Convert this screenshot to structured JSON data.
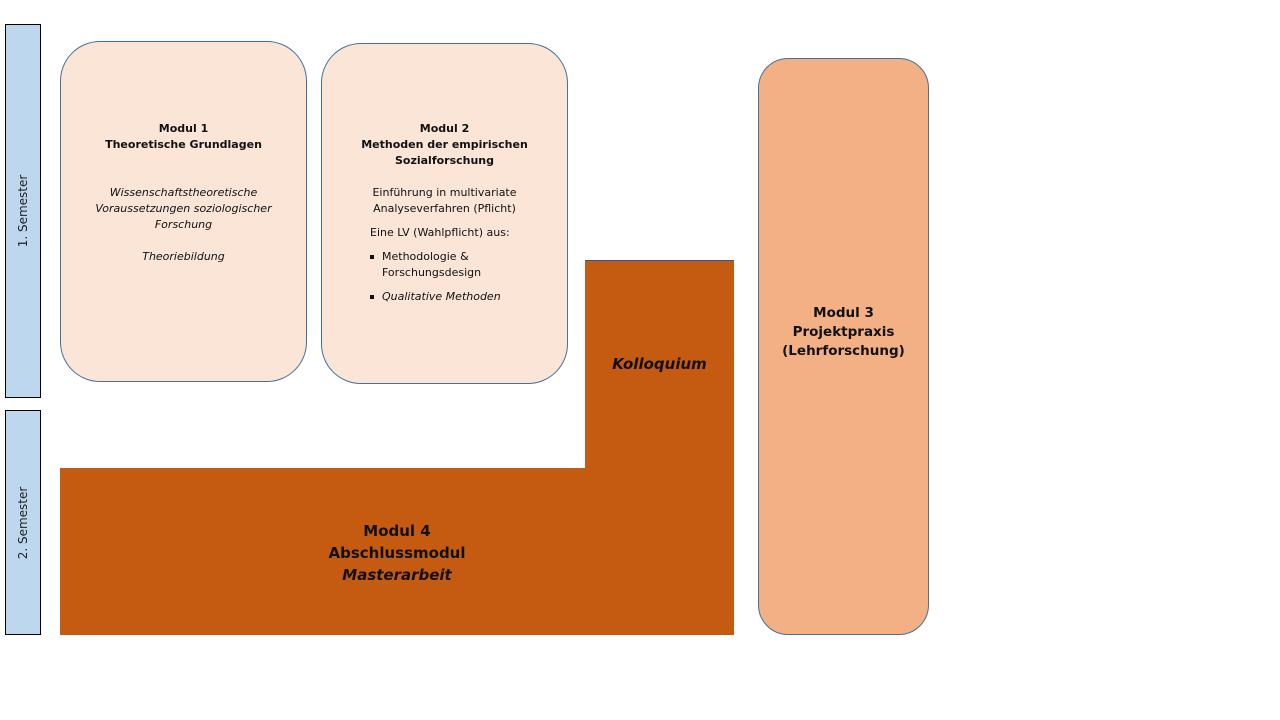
{
  "semesters": [
    "1. Semester",
    "2. Semester"
  ],
  "modul1": {
    "title": "Modul 1",
    "subtitle": "Theoretische Grundlagen",
    "items": [
      "Wissenschaftstheoretische",
      "Voraussetzungen  soziologischer",
      "Forschung",
      "Theoriebildung"
    ]
  },
  "modul2": {
    "title": "Modul 2",
    "subtitle1": "Methoden der empirischen",
    "subtitle2": "Sozialforschung",
    "required1": "Einführung in multivariate",
    "required2": "Analyseverfahren (Pflicht)",
    "elective_intro": "Eine LV (Wahlpflicht) aus:",
    "options": [
      "Methodologie &",
      "Forschungsdesign",
      "Qualitative Methoden"
    ]
  },
  "modul3": {
    "title": "Modul 3",
    "line2": "Projektpraxis",
    "line3": "(Lehrforschung)"
  },
  "modul4": {
    "title": "Modul 4",
    "line2": "Abschlussmodul",
    "line3": "Masterarbeit",
    "kolloquium": "Kolloquium"
  }
}
